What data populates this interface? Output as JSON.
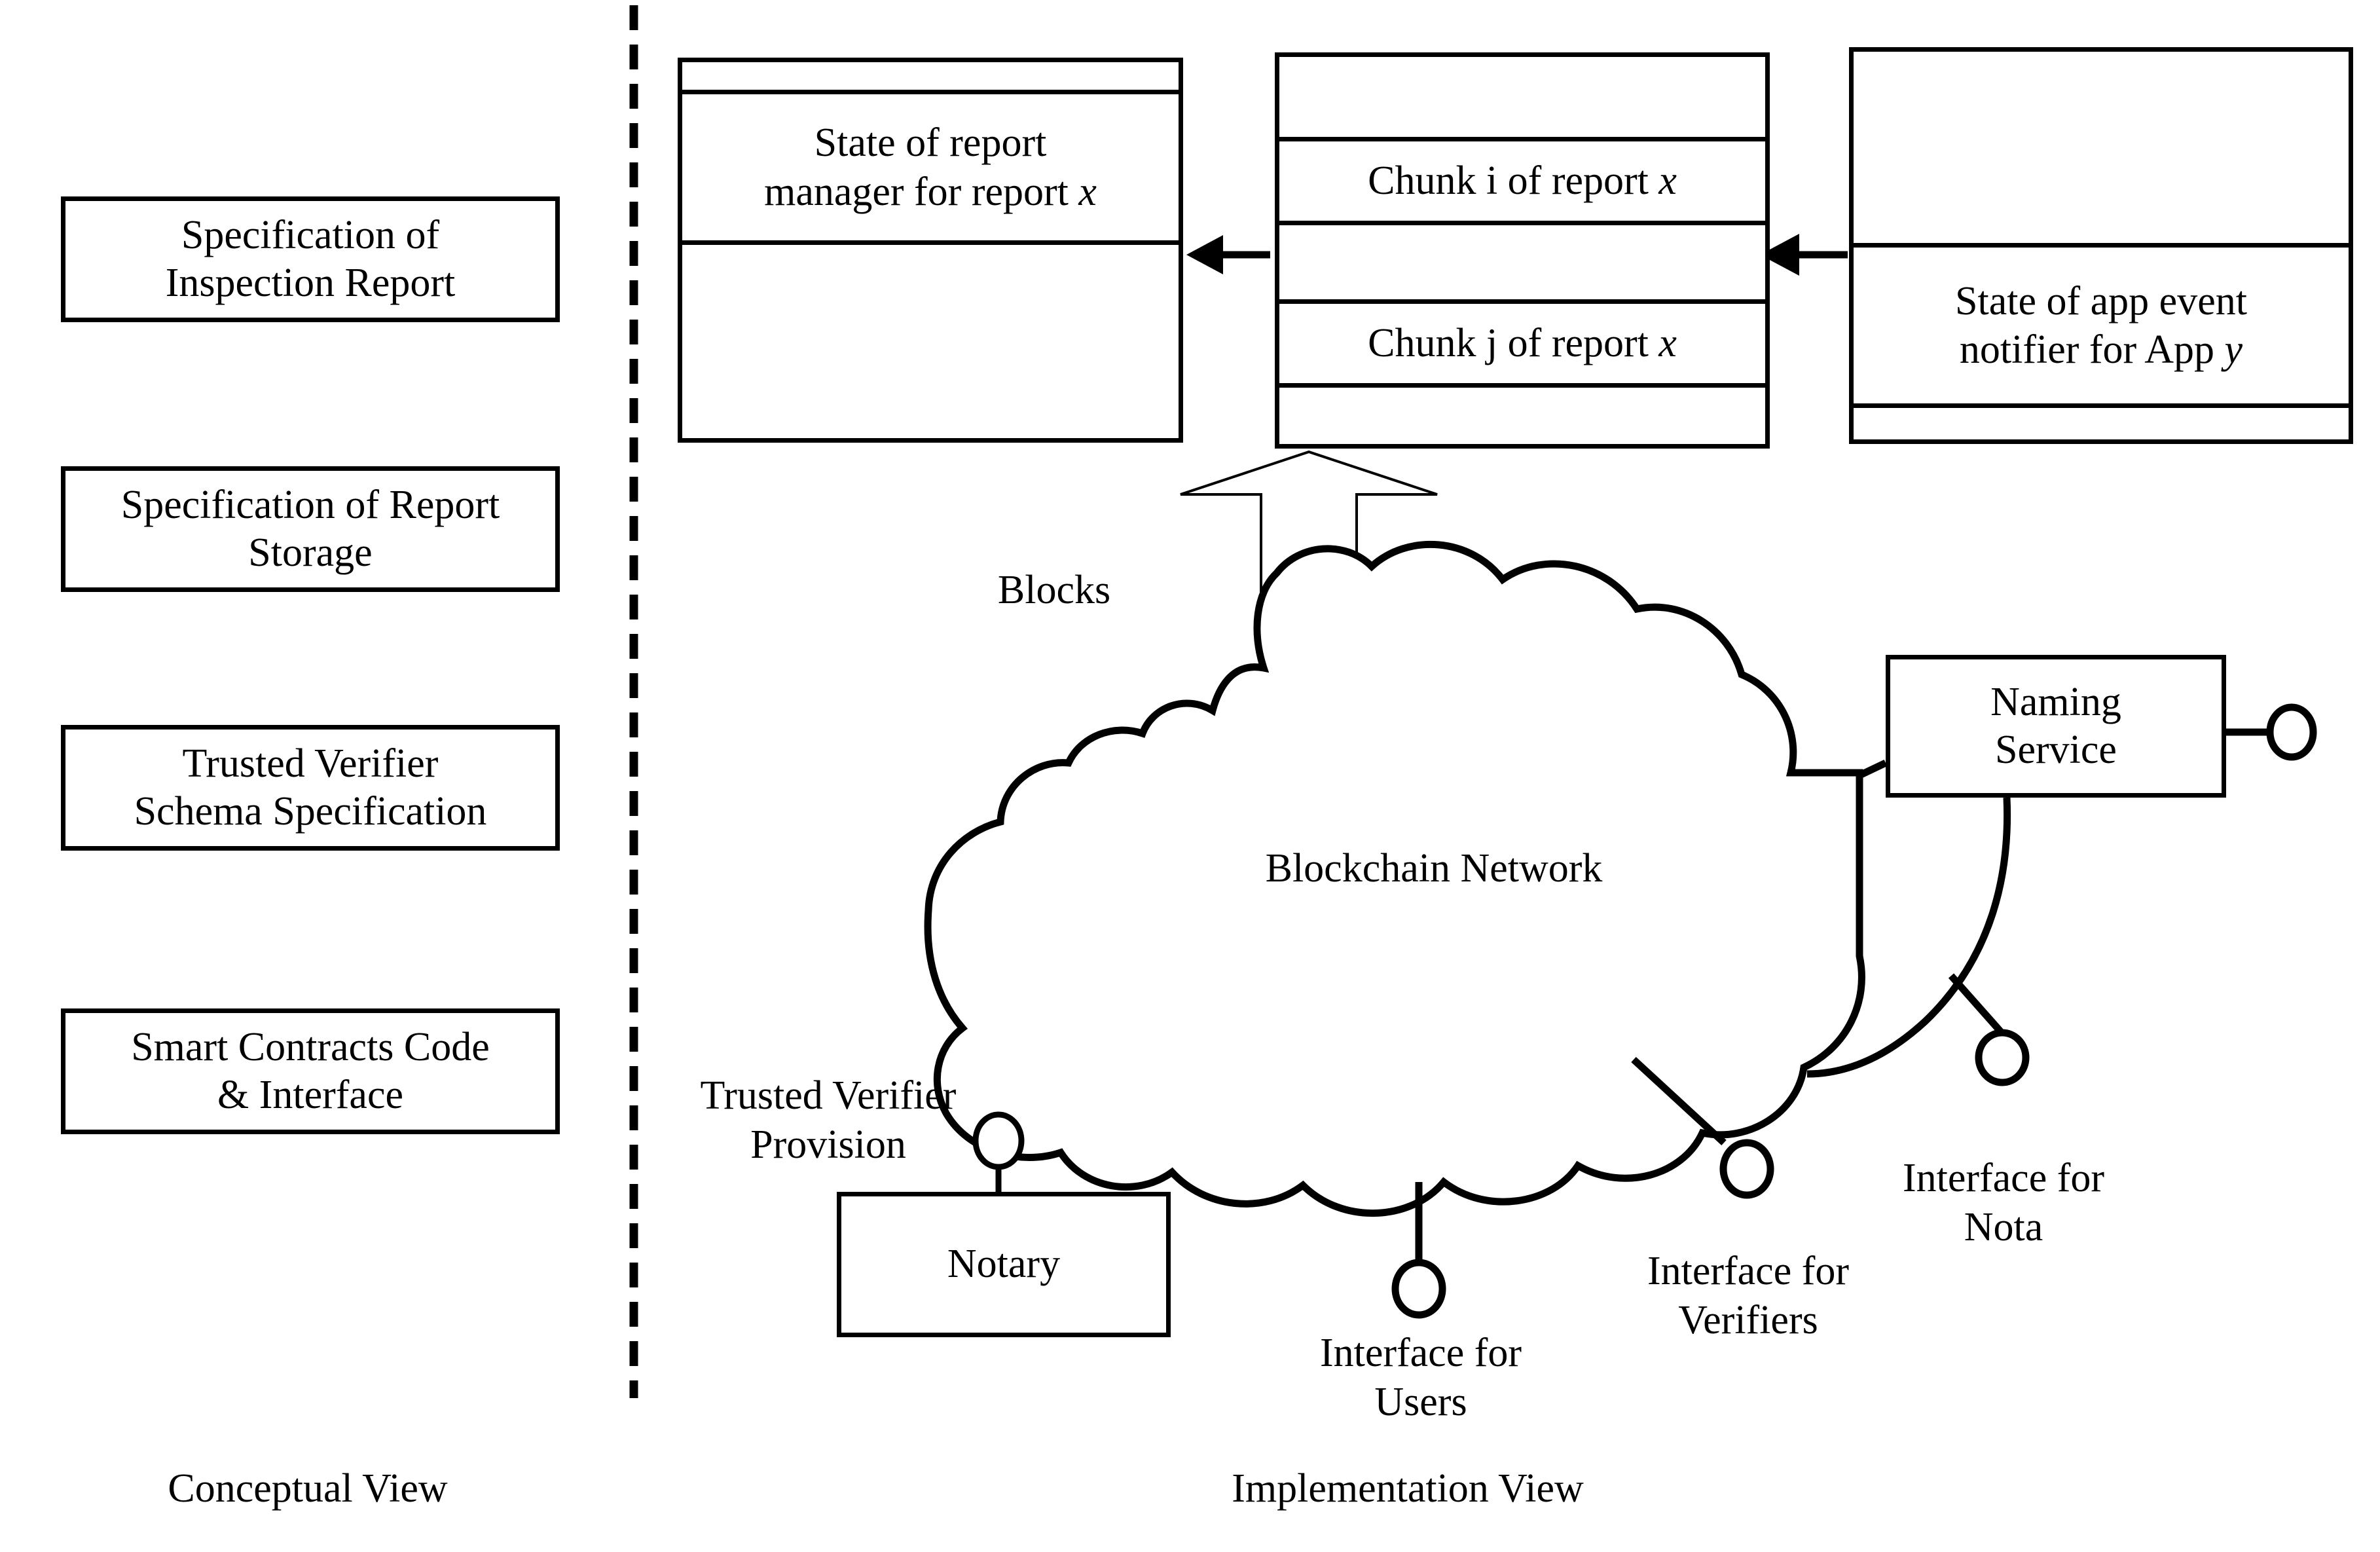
{
  "divider": {
    "name": "vertical-dashed-divider"
  },
  "conceptual": {
    "caption": "Conceptual View",
    "boxes": [
      {
        "label": "Specification of\nInspection Report"
      },
      {
        "label": "Specification of Report\nStorage"
      },
      {
        "label": "Trusted Verifier\nSchema Specification"
      },
      {
        "label": "Smart Contracts Code\n& Interface"
      }
    ]
  },
  "implementation": {
    "caption": "Implementation View",
    "blocks": [
      {
        "name": "report-manager-block",
        "cells": [
          {
            "text": ""
          },
          {
            "text": "State of report\nmanager for report ",
            "italic_suffix": "x"
          },
          {
            "text": ""
          }
        ]
      },
      {
        "name": "report-chunks-block",
        "cells": [
          {
            "text": ""
          },
          {
            "text": "Chunk i of report ",
            "italic_suffix": "x"
          },
          {
            "text": ""
          },
          {
            "text": "Chunk j of report ",
            "italic_suffix": "x"
          },
          {
            "text": ""
          }
        ]
      },
      {
        "name": "app-event-notifier-block",
        "cells": [
          {
            "text": ""
          },
          {
            "text": "State of app event\nnotifier for App ",
            "italic_suffix": "y"
          },
          {
            "text": ""
          }
        ]
      }
    ],
    "blocks_arrow_label": "Blocks",
    "cloud_label": "Blockchain Network",
    "naming_service": "Naming\nService",
    "notary": "Notary",
    "trusted_verifier_provision": "Trusted Verifier\nProvision",
    "interfaces": [
      {
        "name": "interface-for-users",
        "label": "Interface for\nUsers"
      },
      {
        "name": "interface-for-verifiers",
        "label": "Interface for\nVerifiers"
      },
      {
        "name": "interface-for-nota",
        "label": "Interface for\nNota"
      }
    ]
  },
  "colors": {
    "stroke": "#000000",
    "fill": "#ffffff"
  }
}
